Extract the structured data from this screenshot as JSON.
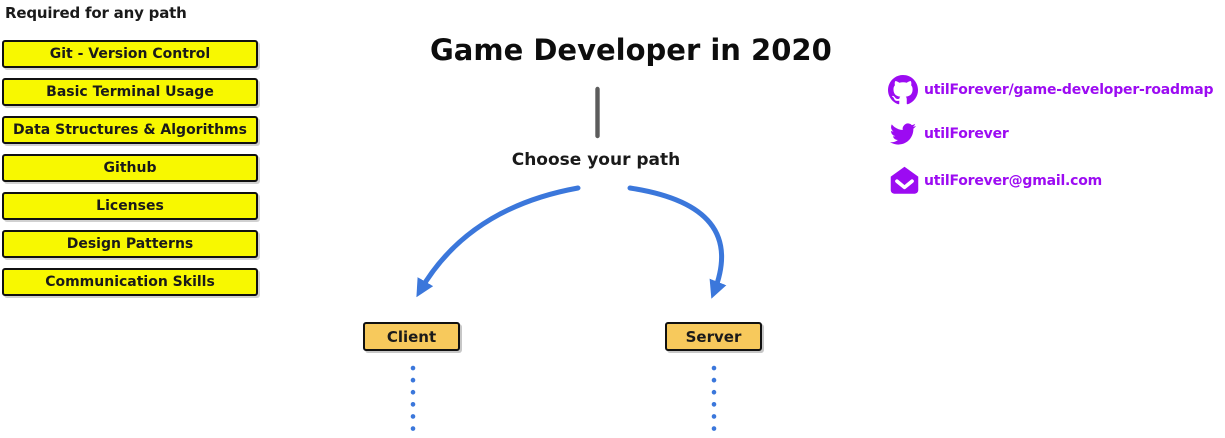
{
  "page": {
    "title": "Game Developer in 2020",
    "choose_label": "Choose your path"
  },
  "required": {
    "heading": "Required for any path",
    "items": [
      "Git - Version Control",
      "Basic Terminal Usage",
      "Data Structures & Algorithms",
      "Github",
      "Licenses",
      "Design Patterns",
      "Communication Skills"
    ]
  },
  "paths": {
    "client_label": "Client",
    "server_label": "Server"
  },
  "contacts": {
    "github": {
      "icon": "github-icon",
      "label": "utilForever/game-developer-roadmap"
    },
    "twitter": {
      "icon": "twitter-icon",
      "label": "utilForever"
    },
    "email": {
      "icon": "email-icon",
      "label": "utilForever@gmail.com"
    }
  },
  "colors": {
    "yellow_box_fill": "#F8F800",
    "path_box_fill": "#F7C95C",
    "arrow_blue": "#3B77DB",
    "contact_purple": "#9C0BF2",
    "line_gray": "#5C5C5C",
    "border_black": "#111111",
    "text_black": "#1A1A1A"
  }
}
